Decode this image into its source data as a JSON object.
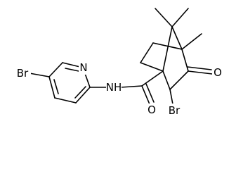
{
  "molecule": {
    "atoms": [
      {
        "id": "br1",
        "text": "Br"
      },
      {
        "id": "n_pyridine",
        "text": "N"
      },
      {
        "id": "nh",
        "text": "NH"
      },
      {
        "id": "o_amide",
        "text": "O"
      },
      {
        "id": "br2",
        "text": "Br"
      },
      {
        "id": "o_ketone",
        "text": "O"
      }
    ]
  }
}
